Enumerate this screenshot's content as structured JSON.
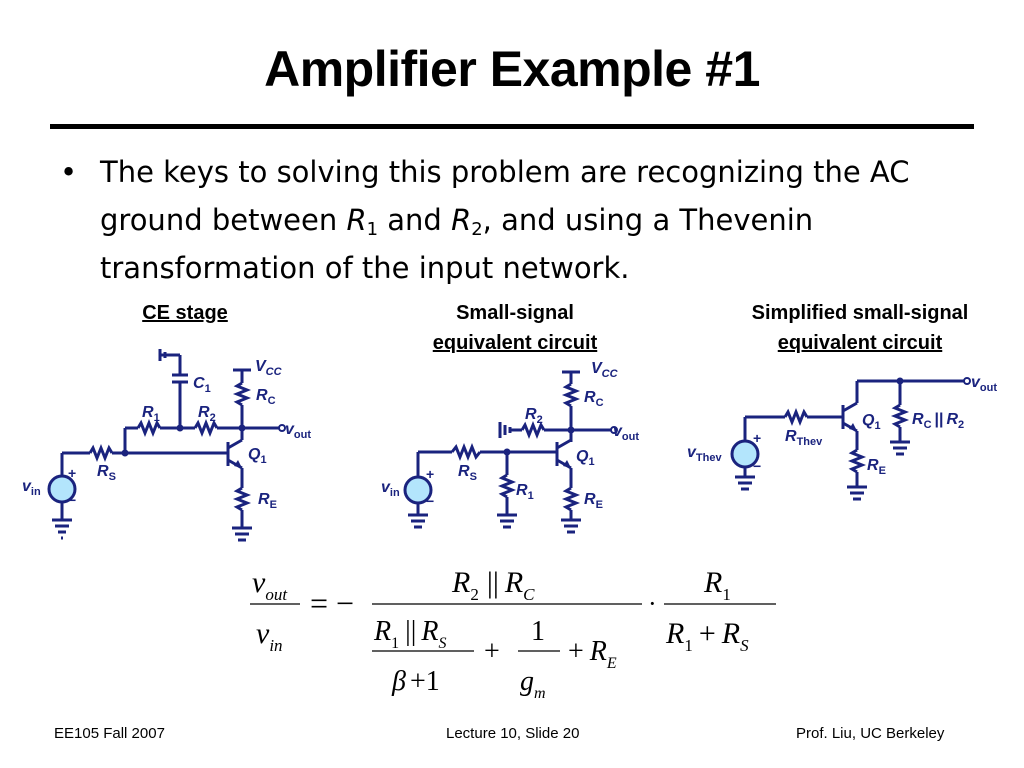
{
  "slide": {
    "title": "Amplifier Example #1",
    "bullet": {
      "t1": "The keys to solving this problem are recognizing the AC ground between ",
      "r": "R",
      "s1": "1",
      "t2": " and ",
      "s2": "2",
      "t3": ", and using a Thevenin transformation of the input network."
    },
    "captions": {
      "ce_stage": "CE stage",
      "small_signal_line1": "Small-signal",
      "small_signal_line2": "equivalent circuit",
      "simplified_line1": "Simplified small-signal",
      "simplified_line2": "equivalent circuit"
    },
    "footer": {
      "left": "EE105 Fall 2007",
      "center": "Lecture 10, Slide 20",
      "right": "Prof. Liu, UC Berkeley"
    }
  },
  "circuit_labels": {
    "V": "V",
    "CC": "CC",
    "R": "R",
    "C": "C",
    "E": "E",
    "S": "S",
    "one": "1",
    "two": "2",
    "Q": "Q",
    "v": "v",
    "out": "out",
    "in": "in",
    "Thev": "Thev",
    "parallel": "||",
    "plus": "+",
    "minus": "−"
  },
  "equation": {
    "v": "v",
    "out": "out",
    "in": "in",
    "eq_minus": "= −",
    "R": "R",
    "two": "2",
    "one": "1",
    "C": "C",
    "S": "S",
    "E": "E",
    "par": "||",
    "beta": "β",
    "plus_one": "+1",
    "plus": "+",
    "g": "g",
    "m": "m",
    "dot": "·"
  },
  "colors": {
    "circuit": "#1a237e",
    "text": "#000000"
  }
}
